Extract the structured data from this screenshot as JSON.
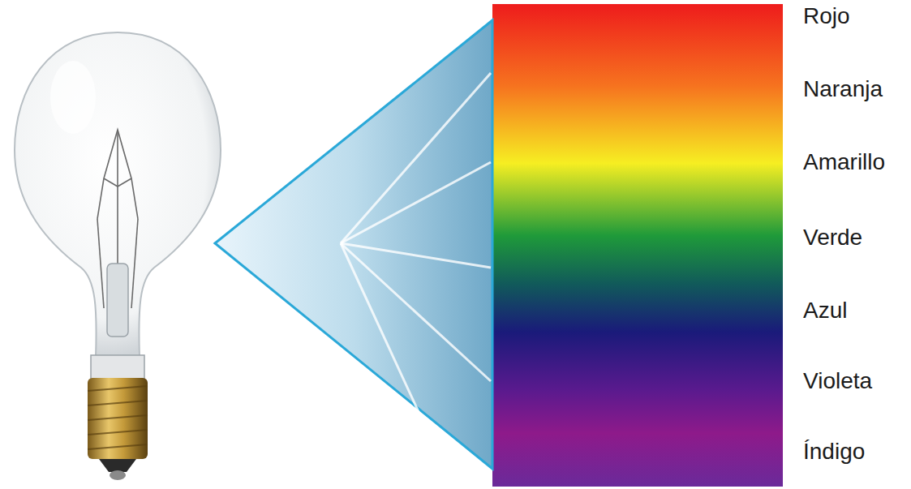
{
  "diagram": {
    "labels": [
      "Rojo",
      "Naranja",
      "Amarillo",
      "Verde",
      "Azul",
      "Violeta",
      "Índigo"
    ]
  }
}
